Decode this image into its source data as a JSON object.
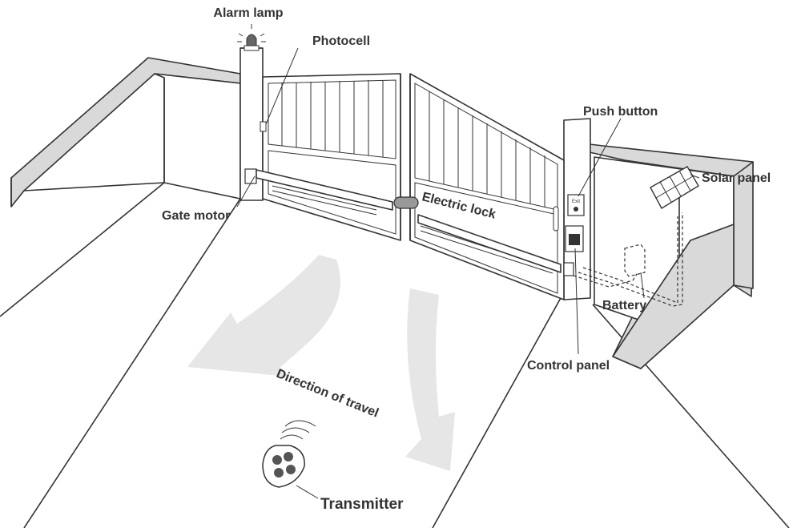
{
  "labels": {
    "alarm_lamp": "Alarm lamp",
    "photocell": "Photocell",
    "push_button": "Push button",
    "solar_panel": "Solar panel",
    "gate_motor": "Gate motor",
    "electric_lock": "Electric lock",
    "battery": "Battery",
    "control_panel": "Control panel",
    "direction_of_travel": "Direction of travel",
    "transmitter": "Transmitter",
    "exit": "Exit"
  },
  "colors": {
    "line": "#333333",
    "wall_top": "#d9d9d9",
    "arrow_fill": "#e6e6e6",
    "background": "#ffffff"
  }
}
